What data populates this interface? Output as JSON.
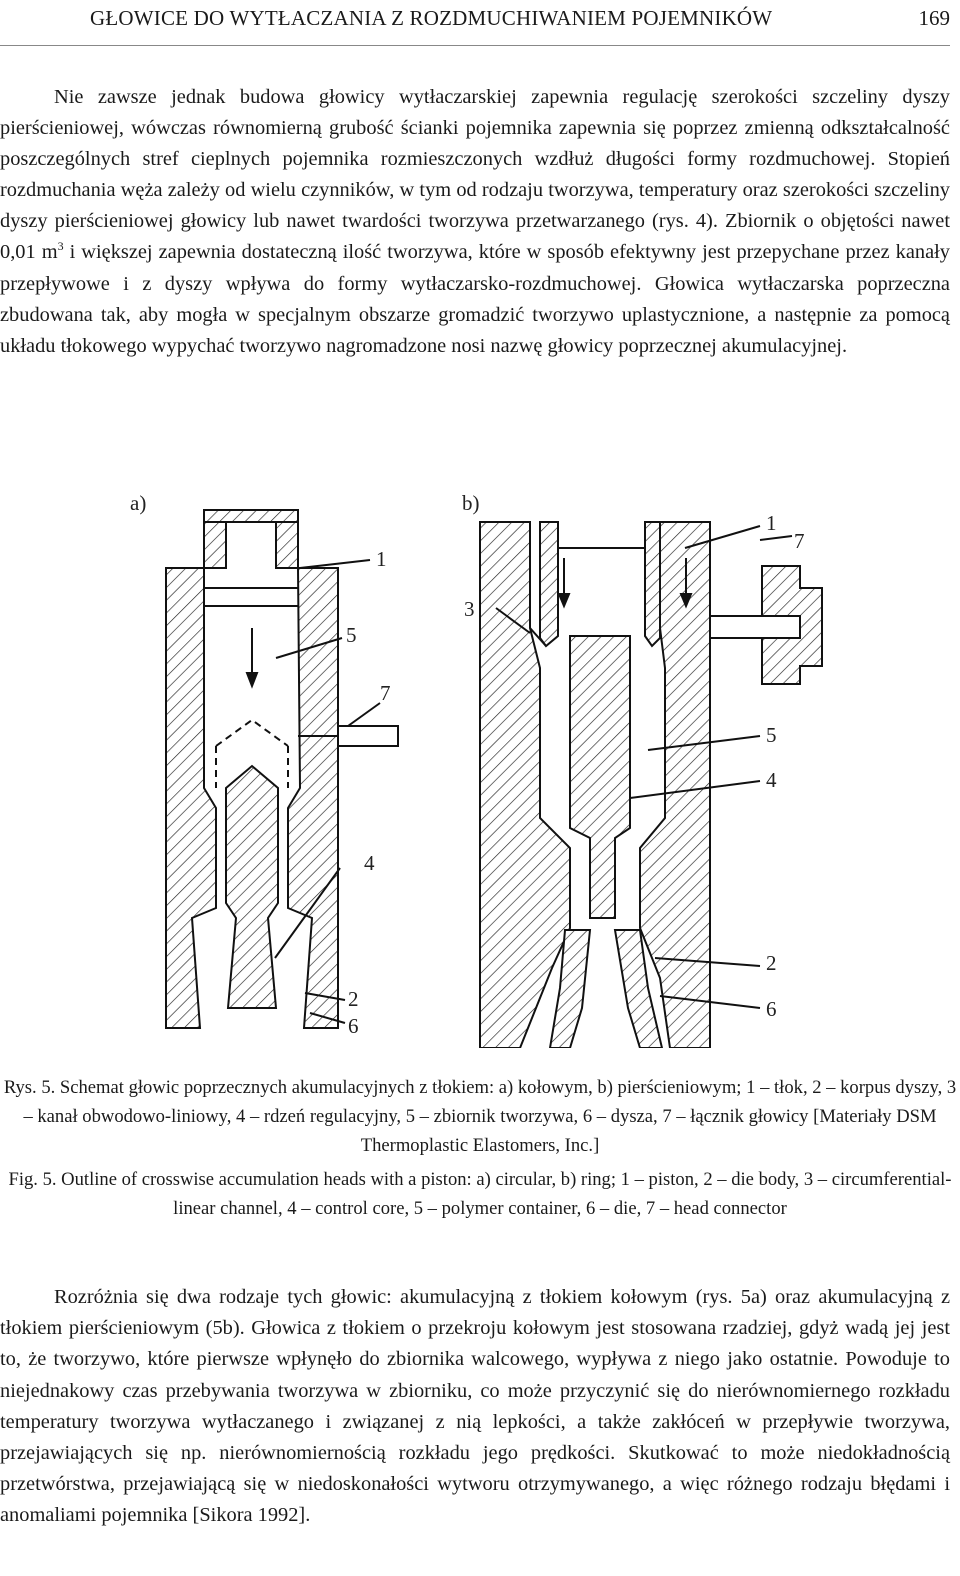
{
  "header": {
    "title": "GŁOWICE DO WYTŁACZANIA Z ROZDMUCHIWANIEM POJEMNIKÓW",
    "page_number": "169"
  },
  "body": {
    "para1_a": "Nie zawsze jednak budowa głowicy wytłaczarskiej zapewnia regulację szerokości szczeliny dyszy pierścieniowej, wówczas równomierną grubość ścianki pojemnika zapewnia się poprzez zmienną odkształcalność poszczególnych stref cieplnych pojemnika rozmieszczonych wzdłuż długości formy rozdmuchowej. Stopień rozdmuchania węża zależy od wielu czynników, w tym od rodzaju tworzywa, temperatury oraz szerokości szczeliny dyszy pierścieniowej głowicy lub nawet twardości tworzywa przetwarzanego (rys. 4). Zbiornik o objętości nawet 0,01 m",
    "para1_sup": "3",
    "para1_b": " i większej zapewnia dostateczną ilość tworzywa, które w sposób efektywny jest przepychane przez kanały przepływowe i z dyszy wpływa do formy wytłaczarsko-rozdmuchowej. Głowica wytłaczarska poprzeczna zbudowana tak, aby mogła w specjalnym obszarze gromadzić tworzywo uplastycznione, a następnie za pomocą układu tłokowego wypychać tworzywo nagromadzone nosi nazwę głowicy poprzecznej akumulacyjnej.",
    "para2": "Rozróżnia się dwa rodzaje tych głowic: akumulacyjną z tłokiem kołowym (rys. 5a) oraz akumulacyjną z tłokiem pierścieniowym (5b). Głowica z tłokiem o przekroju kołowym jest stosowana rzadziej, gdyż wadą jej jest to, że tworzywo, które pierwsze wpłynęło do zbiornika walcowego, wypływa z niego jako ostatnie. Powoduje to niejednakowy czas przebywania tworzywa w zbiorniku, co może przyczynić się do nierównomiernego rozkładu temperatury tworzywa wytłaczanego i związanej z nią lepkości, a także zakłóceń w przepływie tworzywa, przejawiających się np. nierównomiernością rozkładu jego prędkości. Skutkować to może niedokładnością przetwórstwa, przejawiającą się w niedoskonałości wytworu otrzymywanego, a więc różnego rodzaju błędami i anomaliami pojemnika [Sikora 1992]."
  },
  "figure": {
    "panel_a": "a)",
    "panel_b": "b)",
    "labels_a": {
      "l1": "1",
      "l5": "5",
      "l7": "7",
      "l4": "4",
      "l2": "2",
      "l6": "6"
    },
    "labels_b": {
      "l1": "1",
      "l7": "7",
      "l3": "3",
      "l5": "5",
      "l4": "4",
      "l2": "2",
      "l6": "6"
    }
  },
  "caption": {
    "pl": "Rys. 5. Schemat głowic poprzecznych akumulacyjnych z tłokiem: a) kołowym, b) pierścieniowym; 1 – tłok, 2 – korpus dyszy, 3 – kanał obwodowo-liniowy, 4 – rdzeń regulacyjny, 5 – zbiornik tworzywa, 6 – dysza, 7 – łącznik głowicy [Materiały DSM Thermoplastic Elastomers, Inc.]",
    "en": "Fig. 5. Outline of crosswise accumulation heads with a piston: a) circular, b) ring; 1 – piston, 2 – die body, 3 – circumferential-linear channel, 4 – control core, 5 – polymer container, 6 – die, 7 – head connector"
  }
}
